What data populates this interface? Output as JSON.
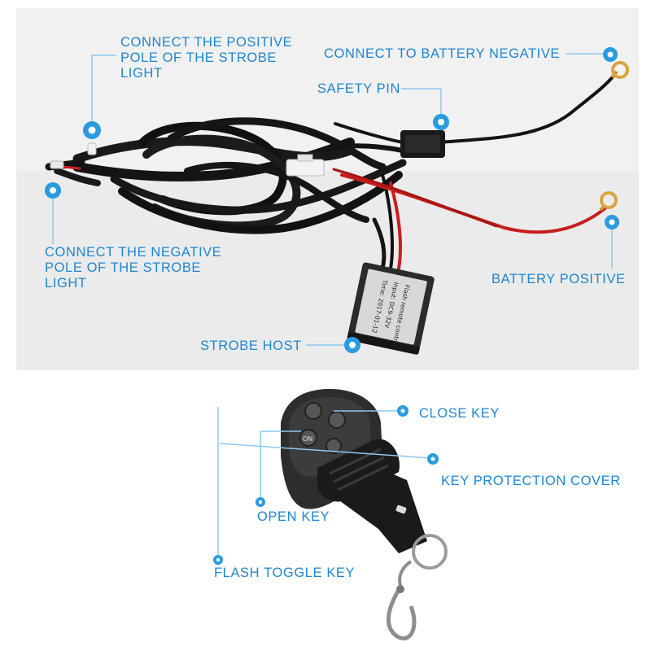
{
  "labels": {
    "strobe_positive": [
      "CONNECT THE POSITIVE",
      "POLE OF THE STROBE",
      "LIGHT"
    ],
    "battery_negative": "CONNECT TO BATTERY NEGATIVE",
    "safety_pin": "SAFETY PIN",
    "strobe_negative": [
      "CONNECT THE NEGATIVE",
      "POLE OF THE STROBE",
      "LIGHT"
    ],
    "battery_positive": "BATTERY POSITIVE",
    "strobe_host": "STROBE HOST",
    "close_key": "CLOSE KEY",
    "key_protection_cover": "KEY PROTECTION COVER",
    "open_key": "OPEN KEY",
    "flash_toggle_key": "FLASH TOGGLE KEY"
  },
  "controller_box_text": [
    "Flash remote control",
    "Input: DC9-32V",
    "Time: 2017-01-12"
  ],
  "remote_key_on": "ON",
  "colors": {
    "accent": "#1f86d1",
    "dot_outer": "#2a9be0",
    "leader_line": "#8ec8ef",
    "cable": "#141414",
    "red_wire": "#c81e1e",
    "ring_terminal": "#d9a441",
    "background_panel": "#e9e9e9"
  }
}
